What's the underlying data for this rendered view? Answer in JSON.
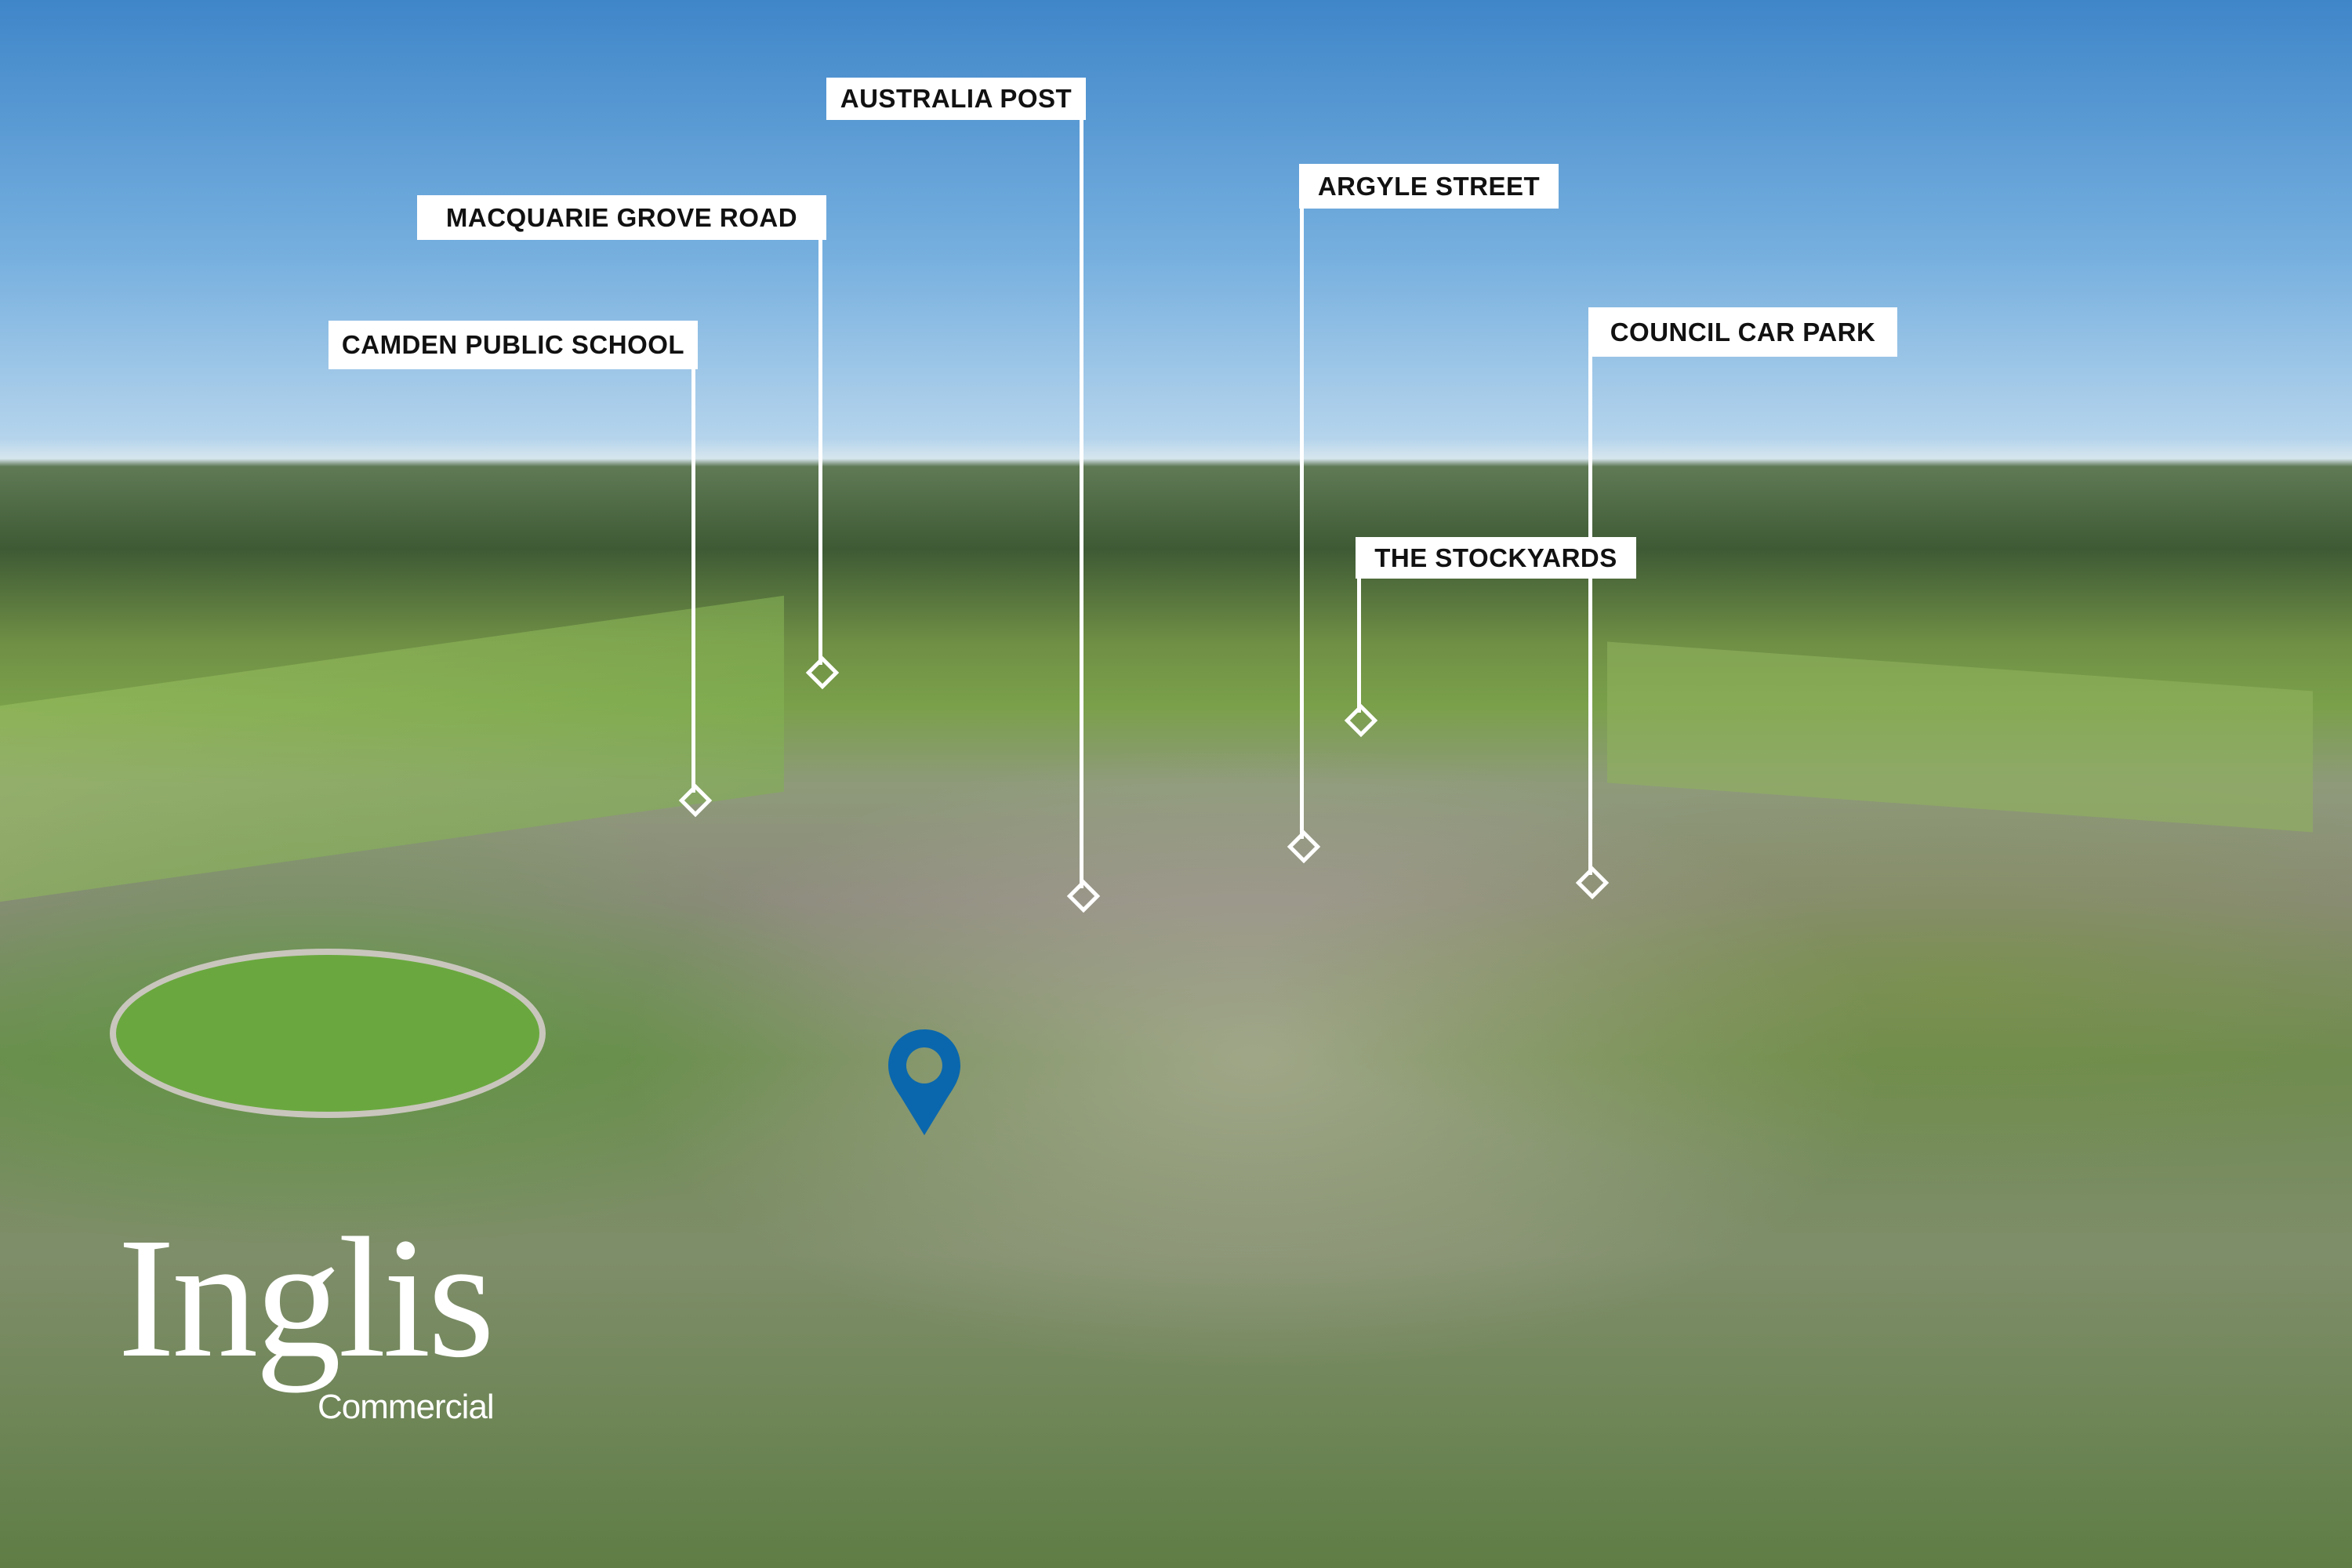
{
  "labels": {
    "camden_public_school": "CAMDEN PUBLIC SCHOOL",
    "macquarie_grove_road": "MACQUARIE GROVE ROAD",
    "australia_post": "AUSTRALIA POST",
    "argyle_street": "ARGYLE STREET",
    "council_car_park": "COUNCIL CAR PARK",
    "the_stockyards": "THE STOCKYARDS"
  },
  "logo": {
    "name": "Inglis",
    "sub": "Commercial"
  },
  "colors": {
    "pin": "#0a67ad",
    "label_bg": "#ffffff"
  }
}
